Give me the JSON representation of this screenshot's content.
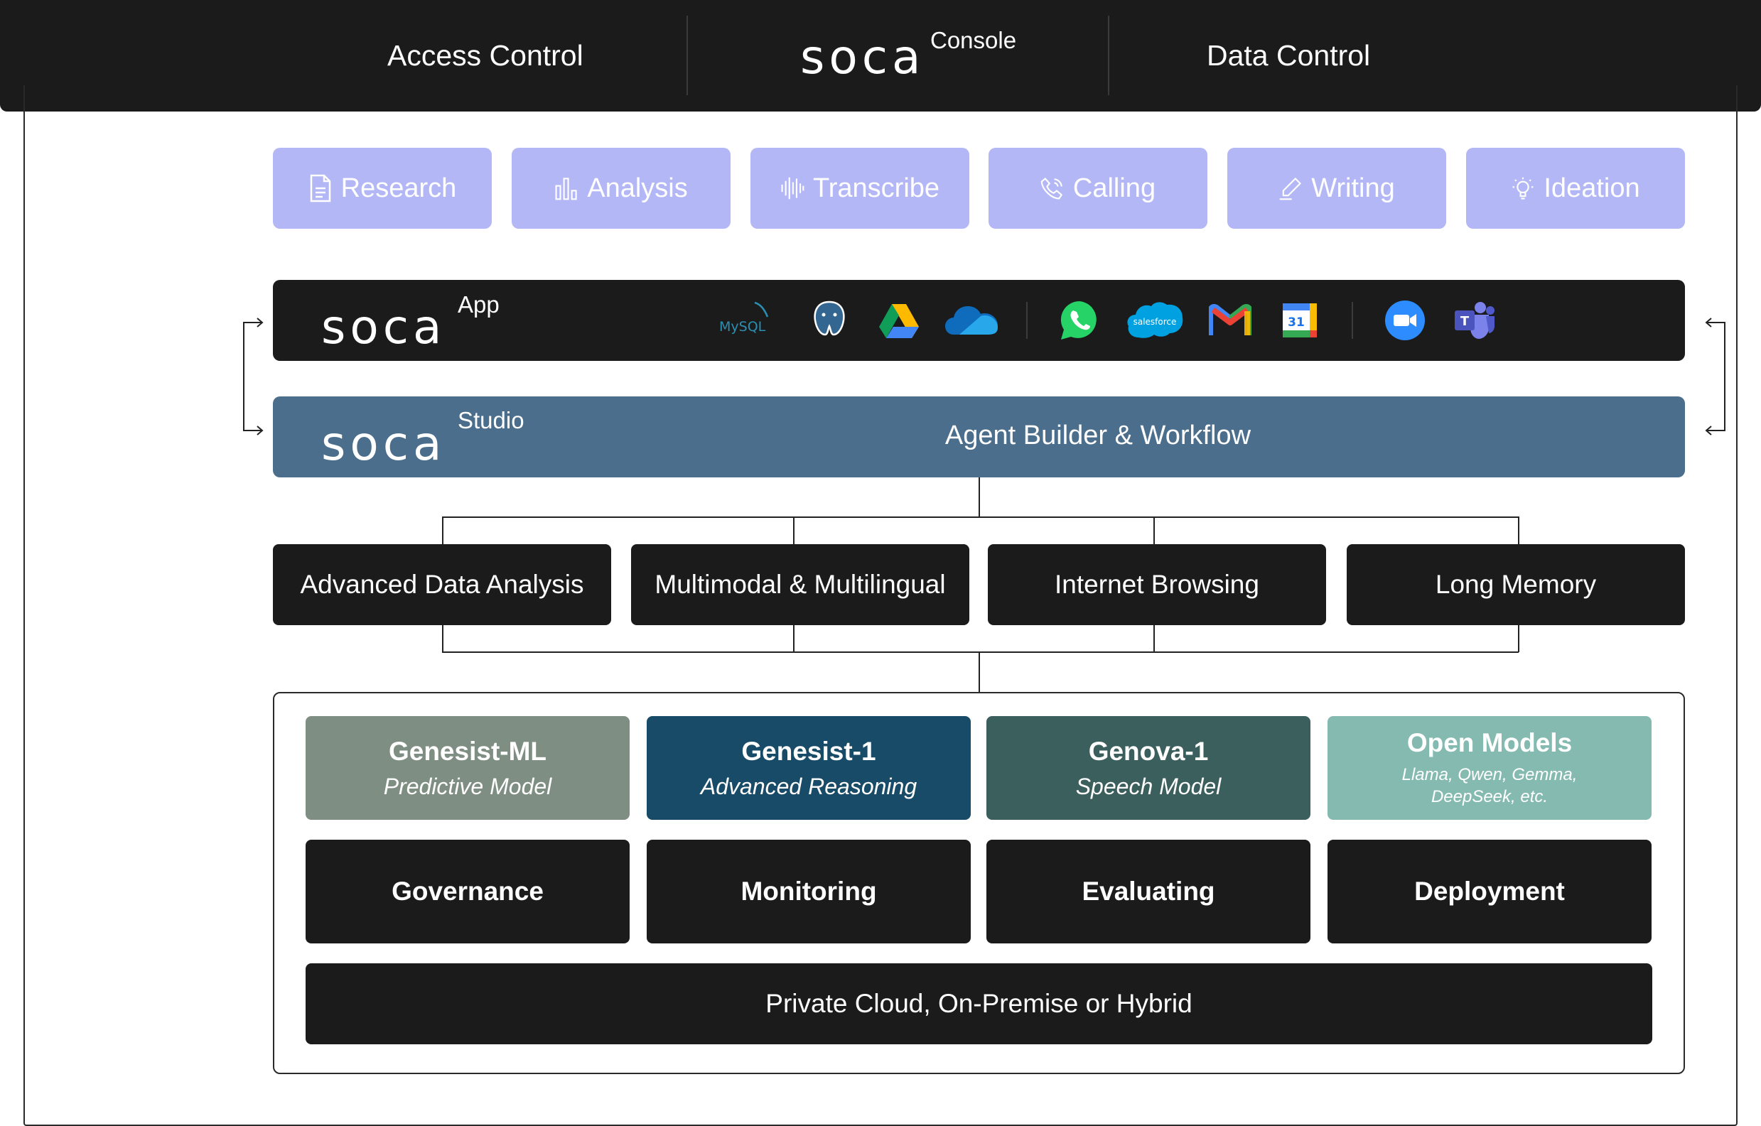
{
  "console": {
    "access_control": "Access Control",
    "brand": "soca",
    "brand_sup": "Console",
    "data_control": "Data Control"
  },
  "use_cases": [
    {
      "label": "Research",
      "icon": "document-icon"
    },
    {
      "label": "Analysis",
      "icon": "bar-chart-icon"
    },
    {
      "label": "Transcribe",
      "icon": "waveform-icon"
    },
    {
      "label": "Calling",
      "icon": "phone-icon"
    },
    {
      "label": "Writing",
      "icon": "pen-icon"
    },
    {
      "label": "Ideation",
      "icon": "lightbulb-icon"
    }
  ],
  "app": {
    "brand": "soca",
    "brand_sup": "App",
    "integrations": {
      "mysql": "MySQL",
      "salesforce": "salesforce",
      "calendar_day": "31",
      "teams_letter": "T"
    },
    "icons": [
      "mysql-icon",
      "postgresql-icon",
      "google-drive-icon",
      "onedrive-icon",
      "whatsapp-icon",
      "salesforce-icon",
      "gmail-icon",
      "google-calendar-icon",
      "zoom-icon",
      "ms-teams-icon"
    ]
  },
  "studio": {
    "brand": "soca",
    "brand_sup": "Studio",
    "title": "Agent Builder & Workflow"
  },
  "capabilities": [
    "Advanced Data Analysis",
    "Multimodal & Multilingual",
    "Internet Browsing",
    "Long Memory"
  ],
  "models": [
    {
      "name": "Genesist-ML",
      "subtitle": "Predictive Model",
      "color": "#7e8e82"
    },
    {
      "name": "Genesist-1",
      "subtitle": "Advanced Reasoning",
      "color": "#174b67"
    },
    {
      "name": "Genova-1",
      "subtitle": "Speech Model",
      "color": "#3b5f5d"
    },
    {
      "name": "Open Models",
      "subtitle": "Llama, Qwen, Gemma, DeepSeek, etc.",
      "color": "#85bab1"
    }
  ],
  "operations": [
    "Governance",
    "Monitoring",
    "Evaluating",
    "Deployment"
  ],
  "deployment": "Private Cloud, On-Premise or Hybrid",
  "colors": {
    "dark": "#1b1b1b",
    "use_case": "#b3b7f6",
    "studio": "#4a6e8c"
  }
}
